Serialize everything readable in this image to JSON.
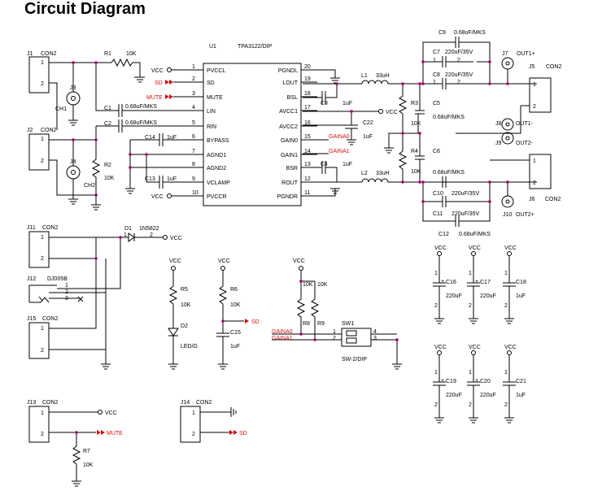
{
  "title": "Circuit Diagram",
  "colors": {
    "wire": "#000000",
    "net_label": "#d01010",
    "junction": "#a0006e"
  },
  "ic": {
    "ref": "U1",
    "part": "TPA3122/DIP",
    "left_pins": [
      {
        "num": "1",
        "name": "PVCCL"
      },
      {
        "num": "2",
        "name": "SD"
      },
      {
        "num": "3",
        "name": "MUTE"
      },
      {
        "num": "4",
        "name": "LIN"
      },
      {
        "num": "5",
        "name": "RIN"
      },
      {
        "num": "6",
        "name": "BYPASS"
      },
      {
        "num": "7",
        "name": "AGND1"
      },
      {
        "num": "8",
        "name": "AGND2"
      },
      {
        "num": "9",
        "name": "VCLAMP"
      },
      {
        "num": "10",
        "name": "PVCCR"
      }
    ],
    "right_pins": [
      {
        "num": "20",
        "name": "PGNDL"
      },
      {
        "num": "19",
        "name": "LOUT"
      },
      {
        "num": "18",
        "name": "BSL"
      },
      {
        "num": "17",
        "name": "AVCC1"
      },
      {
        "num": "16",
        "name": "AVCC2"
      },
      {
        "num": "15",
        "name": "GAIN0"
      },
      {
        "num": "14",
        "name": "GAIN1"
      },
      {
        "num": "13",
        "name": "BSR"
      },
      {
        "num": "12",
        "name": "ROUT"
      },
      {
        "num": "11",
        "name": "PGNDR"
      }
    ]
  },
  "nets": {
    "vcc": "VCC",
    "sd": "SD",
    "mute": "MUTE",
    "gain0": "GAINA0",
    "gain1": "GAINA1",
    "gain0_alt": "GAIN0"
  },
  "connectors": [
    {
      "id": "j1",
      "ref": "J1",
      "type": "CON2"
    },
    {
      "id": "j2",
      "ref": "J2",
      "type": "CON2"
    },
    {
      "id": "j11",
      "ref": "J11",
      "type": "CON2"
    },
    {
      "id": "j15",
      "ref": "J15",
      "type": "CON2"
    },
    {
      "id": "j13",
      "ref": "J13",
      "type": "CON2"
    },
    {
      "id": "j14",
      "ref": "J14",
      "type": "CON2"
    },
    {
      "id": "j5",
      "ref": "J5",
      "type": "CON2"
    },
    {
      "id": "j6",
      "ref": "J6",
      "type": "CON2"
    },
    {
      "id": "j12",
      "ref": "J12",
      "type": "DJ005B"
    }
  ],
  "jacks": [
    {
      "ref": "J3",
      "name": "CH1"
    },
    {
      "ref": "J4",
      "name": "CH2"
    },
    {
      "ref": "J7",
      "name": "OUT1+"
    },
    {
      "ref": "J8",
      "name": "OUT1-"
    },
    {
      "ref": "J9",
      "name": "OUT2-"
    },
    {
      "ref": "J10",
      "name": "OUT2+"
    }
  ],
  "resistors": [
    {
      "ref": "R1",
      "value": "10K"
    },
    {
      "ref": "R2",
      "value": "10K"
    },
    {
      "ref": "R3",
      "value": "10K"
    },
    {
      "ref": "R4",
      "value": "10K"
    },
    {
      "ref": "R5",
      "value": "10K"
    },
    {
      "ref": "R6",
      "value": "10K"
    },
    {
      "ref": "R7",
      "value": "10K"
    },
    {
      "ref": "R8",
      "value": "10K"
    },
    {
      "ref": "R9",
      "value": "10K"
    }
  ],
  "capacitors": [
    {
      "ref": "C1",
      "value": "0.68uF/MKS"
    },
    {
      "ref": "C2",
      "value": "0.68uF/MKS"
    },
    {
      "ref": "C3",
      "value": "1uF"
    },
    {
      "ref": "C4",
      "value": "1uF"
    },
    {
      "ref": "C5",
      "value": "0.68uF/MKS"
    },
    {
      "ref": "C6",
      "value": "0.68uF/MKS"
    },
    {
      "ref": "C7",
      "value": "220uF/35V"
    },
    {
      "ref": "C8",
      "value": "220uF/35V"
    },
    {
      "ref": "C9",
      "value": "0.68uF/MKS"
    },
    {
      "ref": "C10",
      "value": "220uF/35V"
    },
    {
      "ref": "C11",
      "value": "220uF/35V"
    },
    {
      "ref": "C12",
      "value": "0.68uF/MKS"
    },
    {
      "ref": "C13",
      "value": "1uF"
    },
    {
      "ref": "C14",
      "value": "1uF"
    },
    {
      "ref": "C15",
      "value": "1uF"
    },
    {
      "ref": "C16",
      "value": "220uF"
    },
    {
      "ref": "C17",
      "value": "220uF"
    },
    {
      "ref": "C18",
      "value": "1uF"
    },
    {
      "ref": "C19",
      "value": "220uF"
    },
    {
      "ref": "C20",
      "value": "220uF"
    },
    {
      "ref": "C21",
      "value": "1uF"
    },
    {
      "ref": "C22",
      "value": "1uF"
    }
  ],
  "inductors": [
    {
      "ref": "L1",
      "value": "33uH"
    },
    {
      "ref": "L2",
      "value": "33uH"
    }
  ],
  "diodes": [
    {
      "ref": "D1",
      "value": "1N5822"
    },
    {
      "ref": "D2",
      "value": "LED/G"
    }
  ],
  "switch": {
    "ref": "SW1",
    "value": "SW-2/DIP"
  },
  "pin_numbers": {
    "one": "1",
    "two": "2",
    "three": "3",
    "four": "4",
    "plus": "+"
  }
}
